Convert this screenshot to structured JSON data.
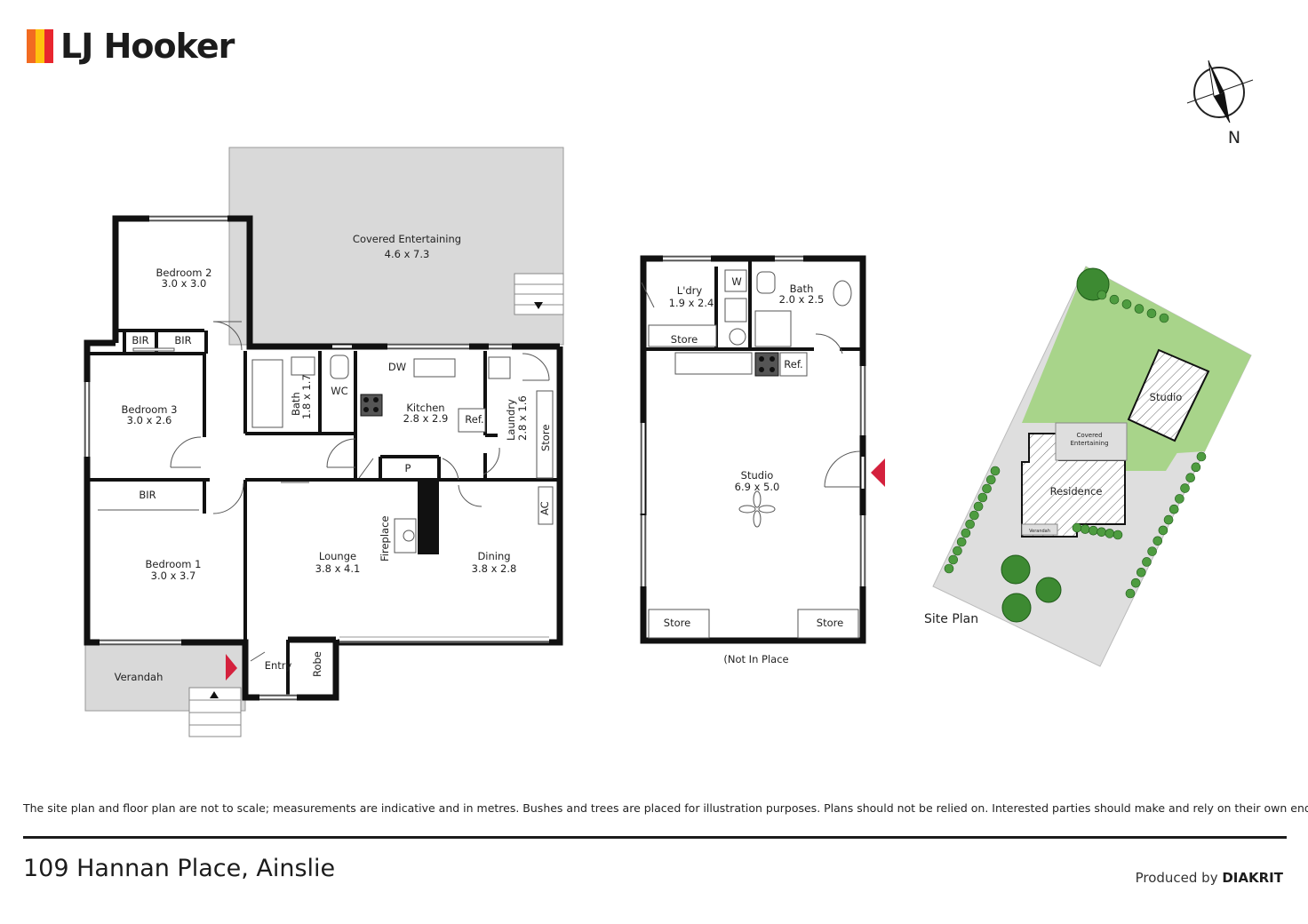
{
  "brand": {
    "name": "LJ Hooker",
    "bar_colors": [
      "#f26b21",
      "#ffc20e",
      "#e8262e"
    ]
  },
  "compass": {
    "north": "N"
  },
  "residence": {
    "rooms": {
      "covered": {
        "name": "Covered Entertaining",
        "dims": "4.6 x 7.3"
      },
      "bed2": {
        "name": "Bedroom 2",
        "dims": "3.0 x 3.0"
      },
      "bed3": {
        "name": "Bedroom 3",
        "dims": "3.0 x 2.6"
      },
      "bed1": {
        "name": "Bedroom 1",
        "dims": "3.0 x 3.7"
      },
      "bath": {
        "name": "Bath",
        "dims": "1.8 x 1.7"
      },
      "kitchen": {
        "name": "Kitchen",
        "dims": "2.8 x 2.9"
      },
      "laundry": {
        "name": "Laundry",
        "dims": "2.8 x 1.6"
      },
      "lounge": {
        "name": "Lounge",
        "dims": "3.8 x 4.1"
      },
      "dining": {
        "name": "Dining",
        "dims": "3.8 x 2.8"
      }
    },
    "labels": {
      "bir": "BIR",
      "wc": "WC",
      "dw": "DW",
      "ref": "Ref.",
      "store": "Store",
      "p": "P",
      "ac": "AC",
      "fireplace": "Fireplace",
      "verandah": "Verandah",
      "entry": "Entry",
      "robe": "Robe"
    }
  },
  "studio": {
    "rooms": {
      "ldry": {
        "name": "L'dry",
        "dims": "1.9 x 2.4"
      },
      "bath": {
        "name": "Bath",
        "dims": "2.0 x 2.5"
      },
      "studio": {
        "name": "Studio",
        "dims": "6.9 x 5.0"
      }
    },
    "labels": {
      "w": "W",
      "store": "Store",
      "ref": "Ref."
    },
    "note": "(Not In Place"
  },
  "site_plan": {
    "title": "Site Plan",
    "studio": "Studio",
    "covered_line1": "Covered",
    "covered_line2": "Entertaining",
    "residence": "Residence",
    "verandah": "Verandah"
  },
  "colors": {
    "wall": "#111111",
    "outdoor": "#d9d9d9",
    "arrow": "#d4213d",
    "lawn": "#a8d48a",
    "paving": "#dedede",
    "tree": "#3d8a32"
  },
  "footer": {
    "disclaimer": "The site plan and floor plan are not to scale; measurements are indicative and in metres. Bushes and trees are placed for illustration purposes. Plans should not be relied on. Interested parties should make and rely on their own enquiries.",
    "address": "109 Hannan Place, Ainslie",
    "produced_by": "Produced by",
    "producer": "DIAKRIT"
  }
}
